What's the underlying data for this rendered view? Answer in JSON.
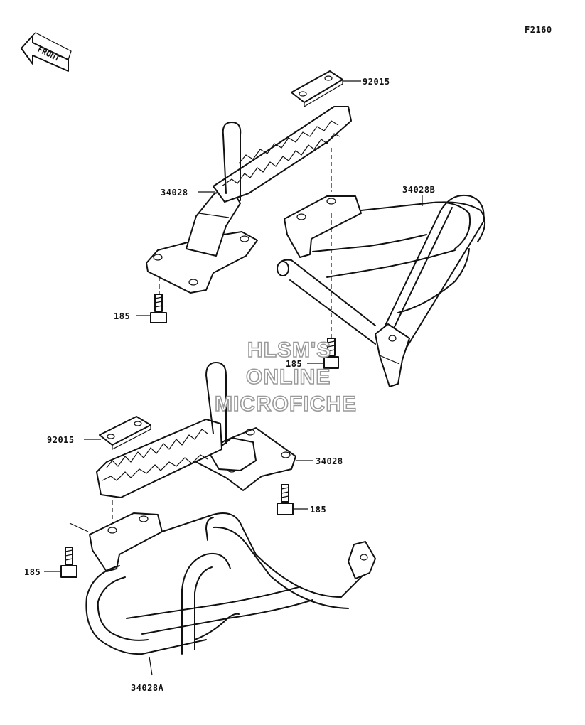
{
  "figure_code": "F2160",
  "front_label": "FRONT",
  "watermark": [
    "HLSM'S",
    "ONLINE",
    "MICROFICHE"
  ],
  "callouts": [
    {
      "id": "c1",
      "text": "92015"
    },
    {
      "id": "c2",
      "text": "34028"
    },
    {
      "id": "c3",
      "text": "34028B"
    },
    {
      "id": "c4",
      "text": "185"
    },
    {
      "id": "c5",
      "text": "185"
    },
    {
      "id": "c6",
      "text": "92015"
    },
    {
      "id": "c7",
      "text": "34028"
    },
    {
      "id": "c8",
      "text": "185"
    },
    {
      "id": "c9",
      "text": "185"
    },
    {
      "id": "c10",
      "text": "34028A"
    }
  ]
}
